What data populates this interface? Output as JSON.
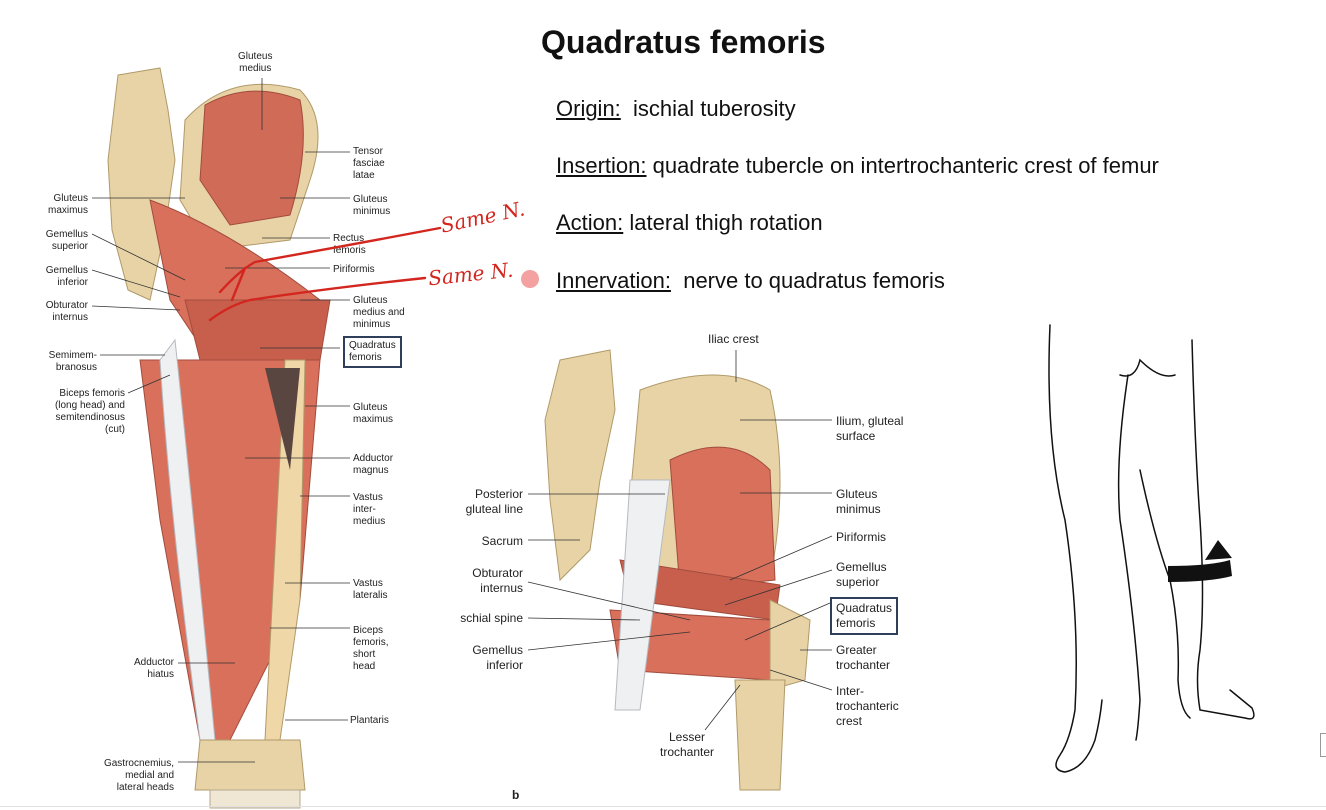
{
  "title": "Quadratus femoris",
  "origin": {
    "label": "Origin:",
    "value": "ischial tuberosity"
  },
  "insertion": {
    "label": "Insertion:",
    "value": "quadrate tubercle on intertrochanteric crest of femur"
  },
  "action": {
    "label": "Action:",
    "value": "lateral thigh rotation"
  },
  "innervation": {
    "label": "Innervation:",
    "value": "nerve to quadratus femoris"
  },
  "annotations": {
    "note1": "Same N.",
    "note2": "Same N."
  },
  "fig1": {
    "gluteus_medius": "Gluteus\nmedius",
    "tensor": "Tensor\nfasciae\nlatae",
    "glut_min": "Gluteus\nminimus",
    "rectus": "Rectus\nfemoris",
    "piriformis": "Piriformis",
    "glut_med_min": "Gluteus\nmedius and\nminimus",
    "quadratus": "Quadratus\nfemoris",
    "glut_max_r": "Gluteus\nmaximus",
    "add_magnus": "Adductor\nmagnus",
    "vastus_int": "Vastus\ninter-\nmedius",
    "vastus_lat": "Vastus\nlateralis",
    "biceps_short": "Biceps\nfemoris,\nshort\nhead",
    "plantaris": "Plantaris",
    "glut_max_l": "Gluteus\nmaximus",
    "gem_sup": "Gemellus\nsuperior",
    "gem_inf": "Gemellus\ninferior",
    "obt_int": "Obturator\ninternus",
    "semimem": "Semimem-\nbranosus",
    "biceps_long": "Biceps femoris\n(long head) and\nsemitendinosus\n(cut)",
    "add_hiatus": "Adductor\nhiatus",
    "gastroc": "Gastrocnemius,\nmedial and\nlateral heads"
  },
  "fig2": {
    "iliac_crest": "Iliac crest",
    "ilium": "Ilium, gluteal\nsurface",
    "glut_min": "Gluteus\nminimus",
    "piriformis": "Piriformis",
    "gem_sup": "Gemellus\nsuperior",
    "quadratus": "Quadratus\nfemoris",
    "greater_troch": "Greater\ntrochanter",
    "intertroch": "Inter-\ntrochanteric\ncrest",
    "lesser_troch": "Lesser\ntrochanter",
    "post_gluteal": "Posterior\ngluteal line",
    "sacrum": "Sacrum",
    "obt_int": "Obturator\ninternus",
    "ischial_spine": "schial spine",
    "gem_inf": "Gemellus\ninferior",
    "panel_letter": "b"
  },
  "colors": {
    "muscle": "#d9705c",
    "bone": "#e8d3a6",
    "ink": "#d3261f",
    "box": "#2f3e5a"
  }
}
